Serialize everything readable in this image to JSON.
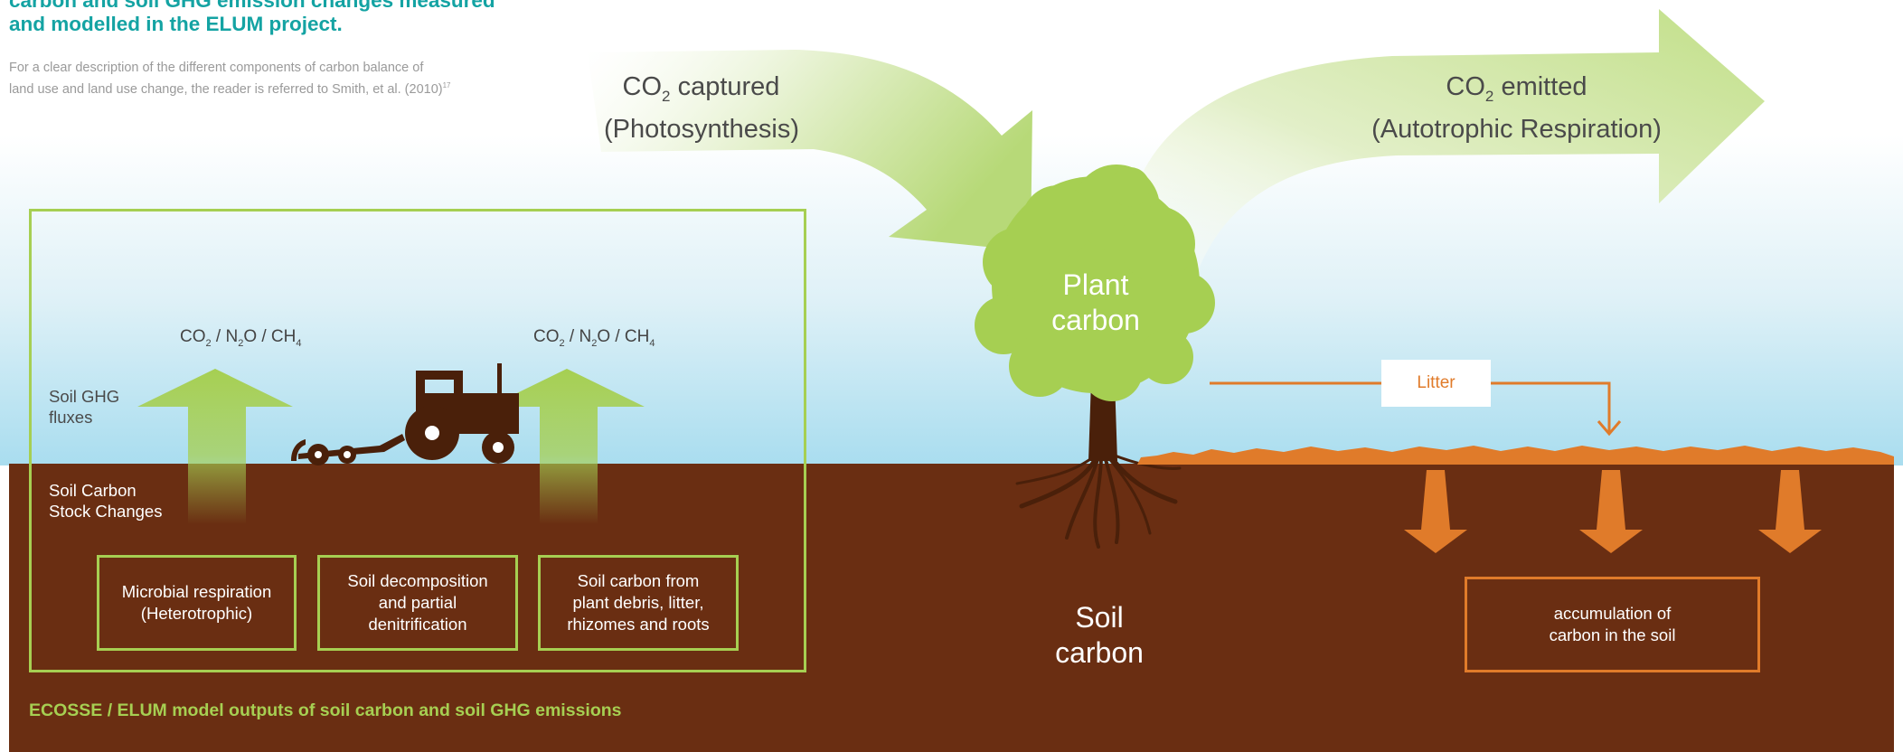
{
  "header": {
    "title_lines": [
      "carbon and soil GHG emission changes measured",
      "and modelled in the ELUM project."
    ],
    "intro_lines": [
      "For a clear description of the different components of carbon balance of",
      "land use and land use change, the reader is referred to Smith, et al. (2010)"
    ],
    "intro_ref": "17"
  },
  "flows": {
    "captured": {
      "co": "CO",
      "sub": "2",
      "rest": " captured",
      "line2": "(Photosynthesis)"
    },
    "emitted": {
      "co": "CO",
      "sub": "2",
      "rest": " emitted",
      "line2": "(Autotrophic Respiration)"
    }
  },
  "plant": {
    "line1": "Plant",
    "line2": "carbon"
  },
  "soil": {
    "line1": "Soil",
    "line2": "carbon"
  },
  "gas_labels": [
    {
      "co2": "CO",
      "two": "2",
      "n2o_pre": " / N",
      "n2o_sub": "2",
      "n2o_post": "O / CH",
      "ch4_sub": "4"
    },
    {
      "co2": "CO",
      "two": "2",
      "n2o_pre": " / N",
      "n2o_sub": "2",
      "n2o_post": "O / CH",
      "ch4_sub": "4"
    }
  ],
  "side_labels": {
    "ghg_fluxes": [
      "Soil GHG",
      "fluxes"
    ],
    "stock_changes": [
      "Soil Carbon",
      "Stock Changes"
    ]
  },
  "process_boxes": [
    {
      "lines": [
        "Microbial respiration",
        "(Heterotrophic)"
      ]
    },
    {
      "lines": [
        "Soil decomposition",
        "and partial",
        "denitrification"
      ]
    },
    {
      "lines": [
        "Soil carbon from",
        "plant debris, litter,",
        "rhizomes and roots"
      ]
    }
  ],
  "litter": "Litter",
  "accumulation": [
    "accumulation of",
    "carbon in the soil"
  ],
  "footer": "ECOSSE / ELUM model outputs of soil carbon and soil GHG emissions",
  "colors": {
    "green": "#a6cf52",
    "light_green": "#c8e29a",
    "soil_brown": "#6a2e12",
    "tree_trunk": "#4a200a",
    "orange": "#e07b2a",
    "teal_title": "#14a3a3",
    "sky_blue": "#a9ddef"
  },
  "icons": [
    "tractor-icon",
    "tree-icon",
    "up-arrow-icon",
    "down-arrow-icon"
  ]
}
